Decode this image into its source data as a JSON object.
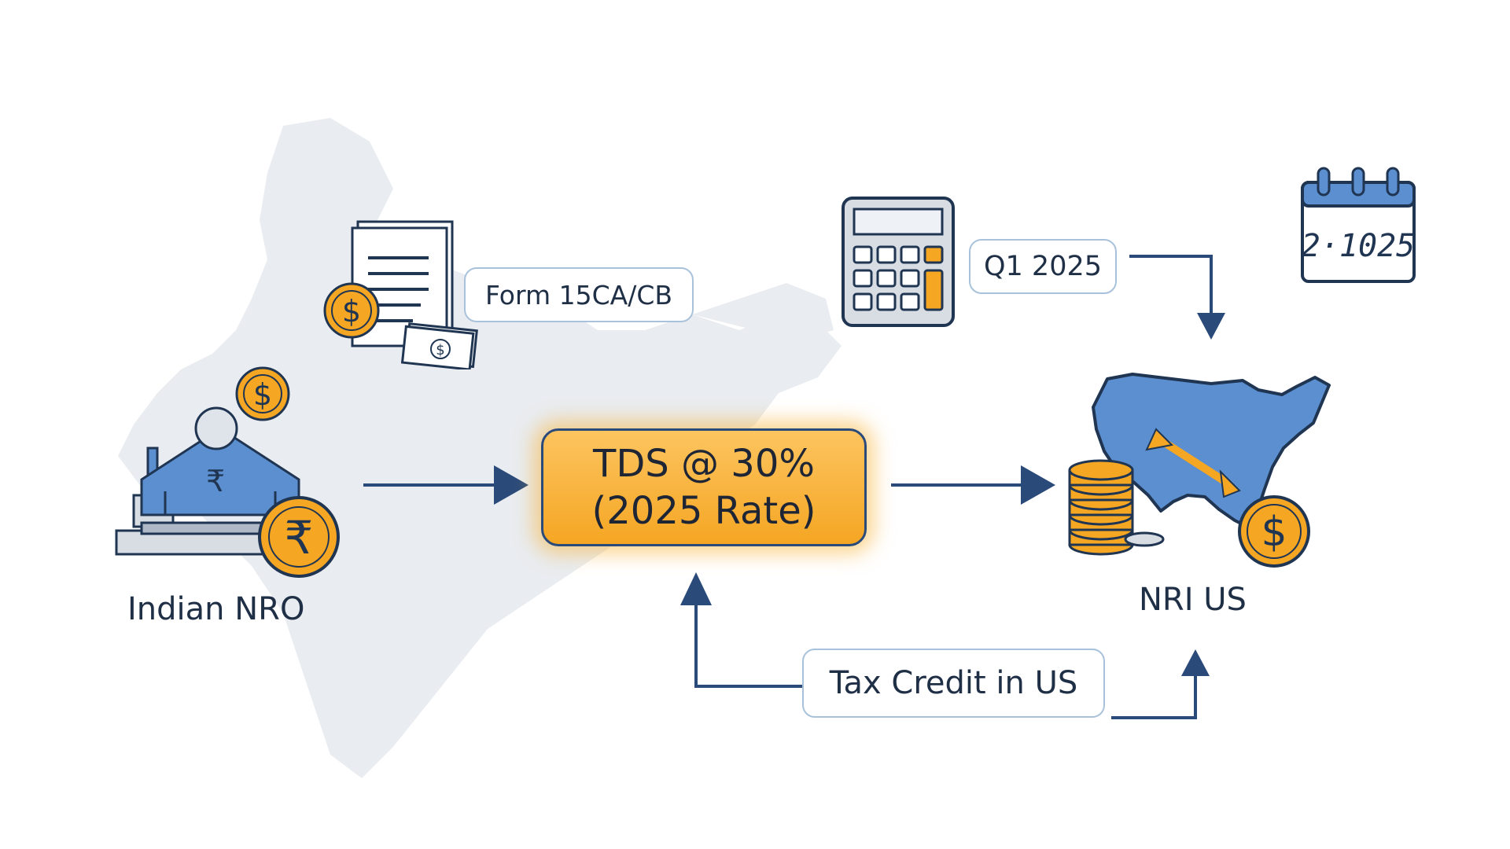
{
  "nodes": {
    "source": {
      "label": "Indian NRO",
      "rupee_symbol": "₹"
    },
    "destination": {
      "label": "NRI US"
    }
  },
  "center": {
    "line1": "TDS @ 30%",
    "line2": "(2025 Rate)"
  },
  "callouts": {
    "form": "Form 15CA/CB",
    "quarter": "Q1 2025",
    "credit": "Tax Credit in US"
  },
  "calendar": {
    "display": "2·1025"
  },
  "icons": {
    "bank": "bank-icon",
    "coin_rupee": "rupee-coin-icon",
    "coin_dollar": "dollar-coin-icon",
    "document": "document-icon",
    "banknote": "banknote-icon",
    "calculator": "calculator-icon",
    "calendar": "calendar-icon",
    "coin_stack": "coin-stack-icon",
    "us_map": "us-map-icon",
    "india_map": "india-map-icon"
  },
  "colors": {
    "navy": "#2a4a7a",
    "accent_orange": "#f5a623",
    "blue": "#5b8fd0",
    "map_gray": "#e9ecf0",
    "box_border": "#a9c2dc"
  }
}
